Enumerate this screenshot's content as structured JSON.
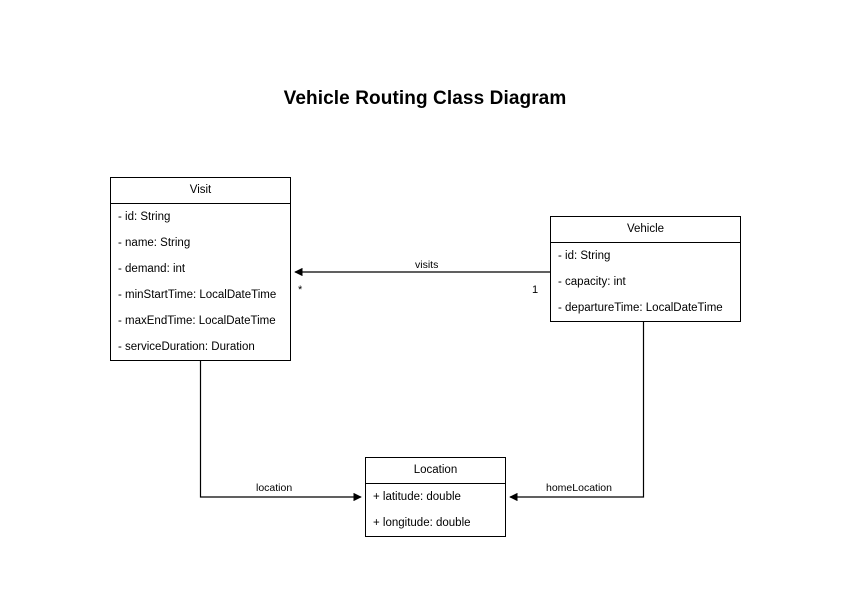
{
  "diagram": {
    "title": "Vehicle Routing Class Diagram",
    "type": "uml-class-diagram",
    "background_color": "#ffffff",
    "line_color": "#000000",
    "text_color": "#000000"
  },
  "classes": [
    {
      "id": "visit",
      "name": "Visit",
      "attributes": [
        "- id: String",
        "- name: String",
        "- demand: int",
        "- minStartTime: LocalDateTime",
        "- maxEndTime: LocalDateTime",
        "- serviceDuration: Duration"
      ]
    },
    {
      "id": "vehicle",
      "name": "Vehicle",
      "attributes": [
        "- id: String",
        "- capacity: int",
        "- departureTime: LocalDateTime"
      ]
    },
    {
      "id": "location",
      "name": "Location",
      "attributes": [
        "+ latitude: double",
        "+ longitude: double"
      ]
    }
  ],
  "relationships": [
    {
      "id": "visits",
      "label": "visits",
      "from": "Vehicle",
      "to": "Visit",
      "source_multiplicity": "1",
      "target_multiplicity": "*"
    },
    {
      "id": "location",
      "label": "location",
      "from": "Visit",
      "to": "Location",
      "source_multiplicity": "",
      "target_multiplicity": ""
    },
    {
      "id": "homeLocation",
      "label": "homeLocation",
      "from": "Vehicle",
      "to": "Location",
      "source_multiplicity": "",
      "target_multiplicity": ""
    }
  ]
}
